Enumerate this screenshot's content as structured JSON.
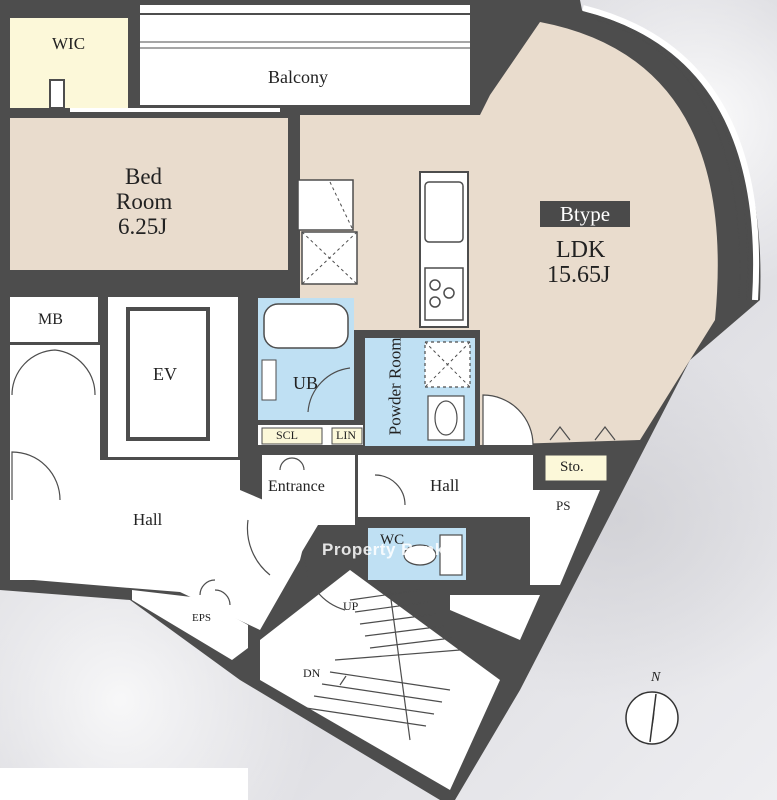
{
  "rooms": {
    "wic": "WIC",
    "balcony": "Balcony",
    "bedroom_name": "Bed",
    "bedroom_name2": "Room",
    "bedroom_size": "6.25J",
    "mb": "MB",
    "ev": "EV",
    "ub": "UB",
    "powder_room": "Powder Room",
    "scl": "SCL",
    "lin": "LIN",
    "entrance": "Entrance",
    "hall_inner": "Hall",
    "hall_common": "Hall",
    "wc": "WC",
    "sto": "Sto.",
    "ps": "PS",
    "eps": "EPS",
    "up": "UP",
    "dn": "DN"
  },
  "ldk": {
    "type_badge": "Btype",
    "name": "LDK",
    "size": "15.65J"
  },
  "compass": {
    "north": "N"
  },
  "watermark": "Property Bank",
  "colors": {
    "wall": "#4d4d4d",
    "ldk_floor": "#e9dccd",
    "bedroom_floor": "#e9dccd",
    "wic_floor": "#fcf8d9",
    "wet_area": "#bfe0f3",
    "storage_label_bg": "#fcf8d9",
    "floor_white": "#ffffff"
  }
}
